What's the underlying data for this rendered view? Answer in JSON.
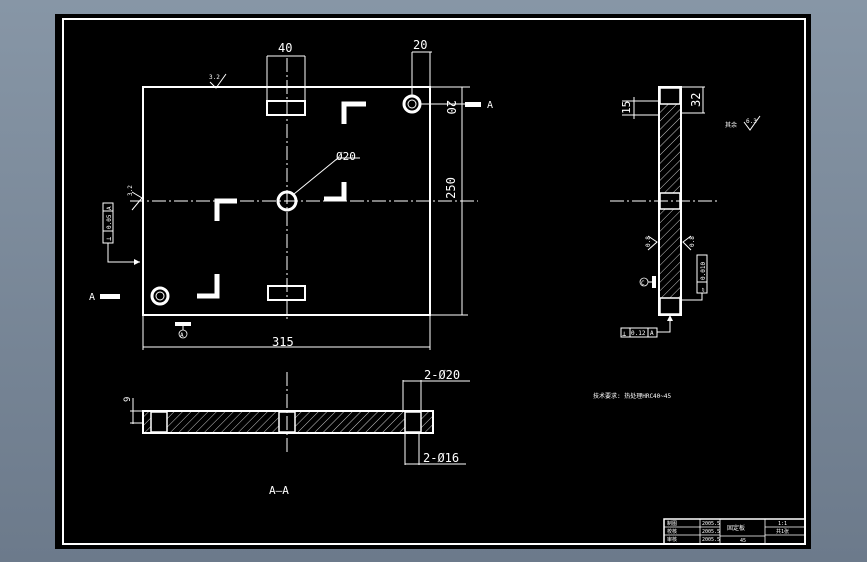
{
  "drawing": {
    "top_view": {
      "dim_width": "40",
      "dim_hole_offset": "20",
      "dim_hole_offset_v": "20",
      "dim_length": "315",
      "dim_height": "250",
      "dim_center_hole": "Ø20",
      "roughness_top": "3.2",
      "roughness_left": "3.2",
      "section_marker": "A",
      "datum": "A",
      "tolerance_box": {
        "symbol": "⊥",
        "value": "0.05",
        "datum": "A"
      }
    },
    "front_view": {
      "dim_holes_large": "2-Ø20",
      "dim_holes_small": "2-Ø16",
      "dim_thickness": "9",
      "section_label": "A—A"
    },
    "side_view": {
      "dim_thickness": "32",
      "dim_step": "15",
      "roughness_face": "0.8",
      "roughness_side": "0.8",
      "roughness_general": "6.3",
      "flatness_box": {
        "symbol": "▱",
        "value": "0.010"
      },
      "perp_box": {
        "symbol": "⊥",
        "value": "0.12",
        "datum": "A"
      },
      "datum": "C"
    },
    "tech_note": "技术要求: 热处理HRC40~45",
    "title_block": {
      "part_name": "固定板",
      "scale": "1:1",
      "sheet": "共1张",
      "rows": [
        "制图",
        "校核",
        "审核"
      ],
      "dates": [
        "2005.5",
        "2005.5",
        "2005.5"
      ],
      "material": "45"
    }
  }
}
